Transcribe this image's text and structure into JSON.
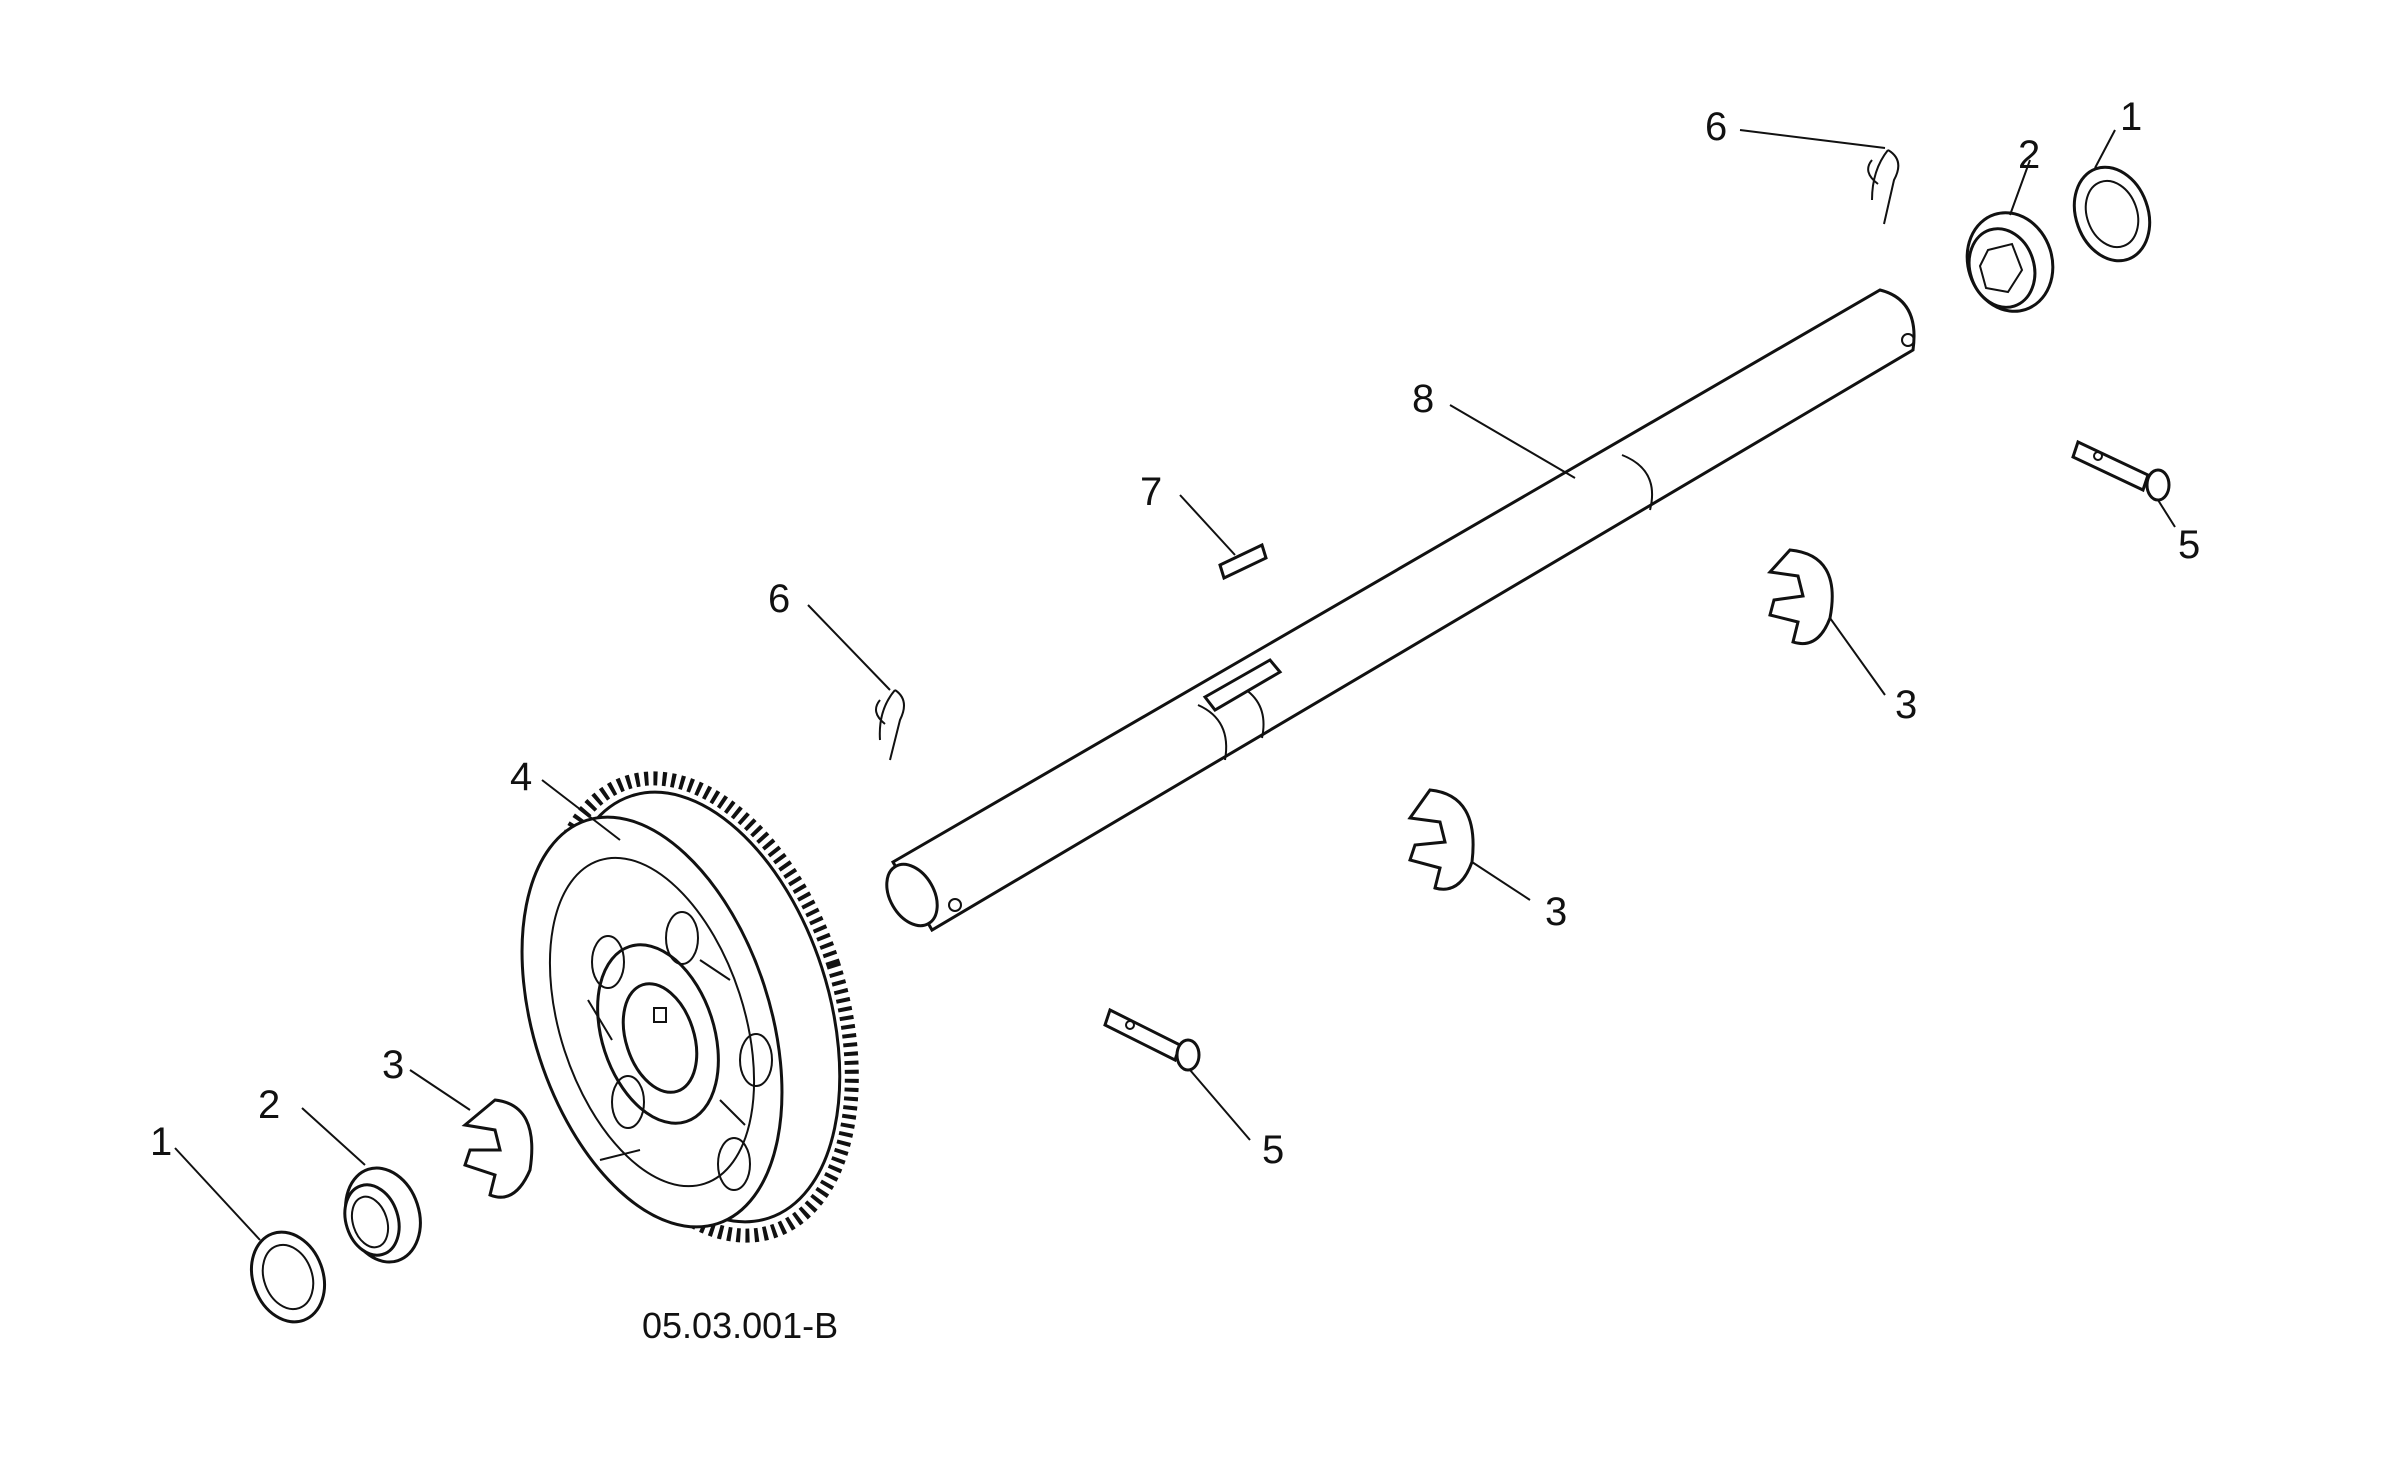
{
  "diagram": {
    "figure_code": "05.03.001-B",
    "callouts": [
      {
        "id": "callout-1-left",
        "label": "1"
      },
      {
        "id": "callout-2-left",
        "label": "2"
      },
      {
        "id": "callout-3-left",
        "label": "3"
      },
      {
        "id": "callout-4",
        "label": "4"
      },
      {
        "id": "callout-6-left",
        "label": "6"
      },
      {
        "id": "callout-7",
        "label": "7"
      },
      {
        "id": "callout-8",
        "label": "8"
      },
      {
        "id": "callout-6-right",
        "label": "6"
      },
      {
        "id": "callout-2-right",
        "label": "2"
      },
      {
        "id": "callout-1-right",
        "label": "1"
      },
      {
        "id": "callout-5-right",
        "label": "5"
      },
      {
        "id": "callout-3-upper",
        "label": "3"
      },
      {
        "id": "callout-3-middle",
        "label": "3"
      },
      {
        "id": "callout-5-lower",
        "label": "5"
      }
    ]
  }
}
